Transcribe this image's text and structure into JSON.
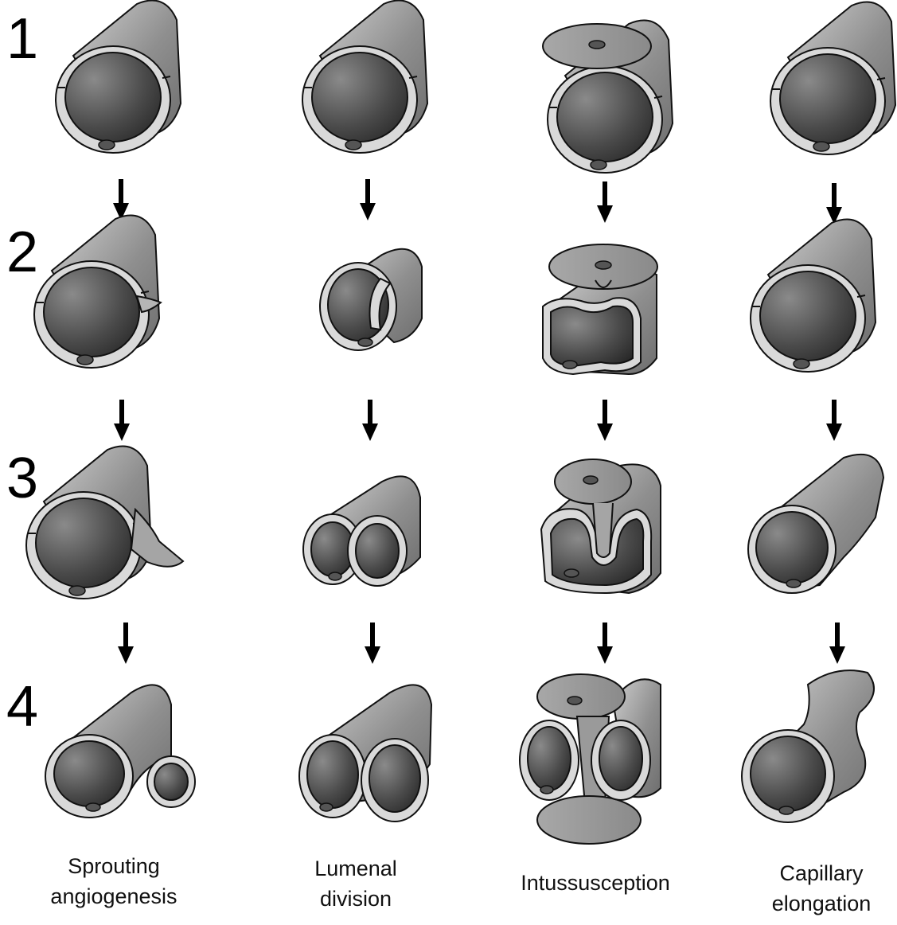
{
  "steps": [
    "1",
    "2",
    "3",
    "4"
  ],
  "columns": [
    {
      "id": "sprouting",
      "caption_lines": [
        "Sprouting",
        "angiogenesis"
      ]
    },
    {
      "id": "lumenal",
      "caption_lines": [
        "Lumenal",
        "division"
      ]
    },
    {
      "id": "intussusception",
      "caption_lines": [
        "Intussusception"
      ]
    },
    {
      "id": "elongation",
      "caption_lines": [
        "Capillary",
        "elongation"
      ]
    }
  ],
  "colors": {
    "vessel_body": "#8f8f8f",
    "vessel_light": "#c8c8c8",
    "wall_fill": "#d9d9d9",
    "lumen_dark": "#2f2f2f",
    "outline": "#111111",
    "arrow": "#000000"
  }
}
